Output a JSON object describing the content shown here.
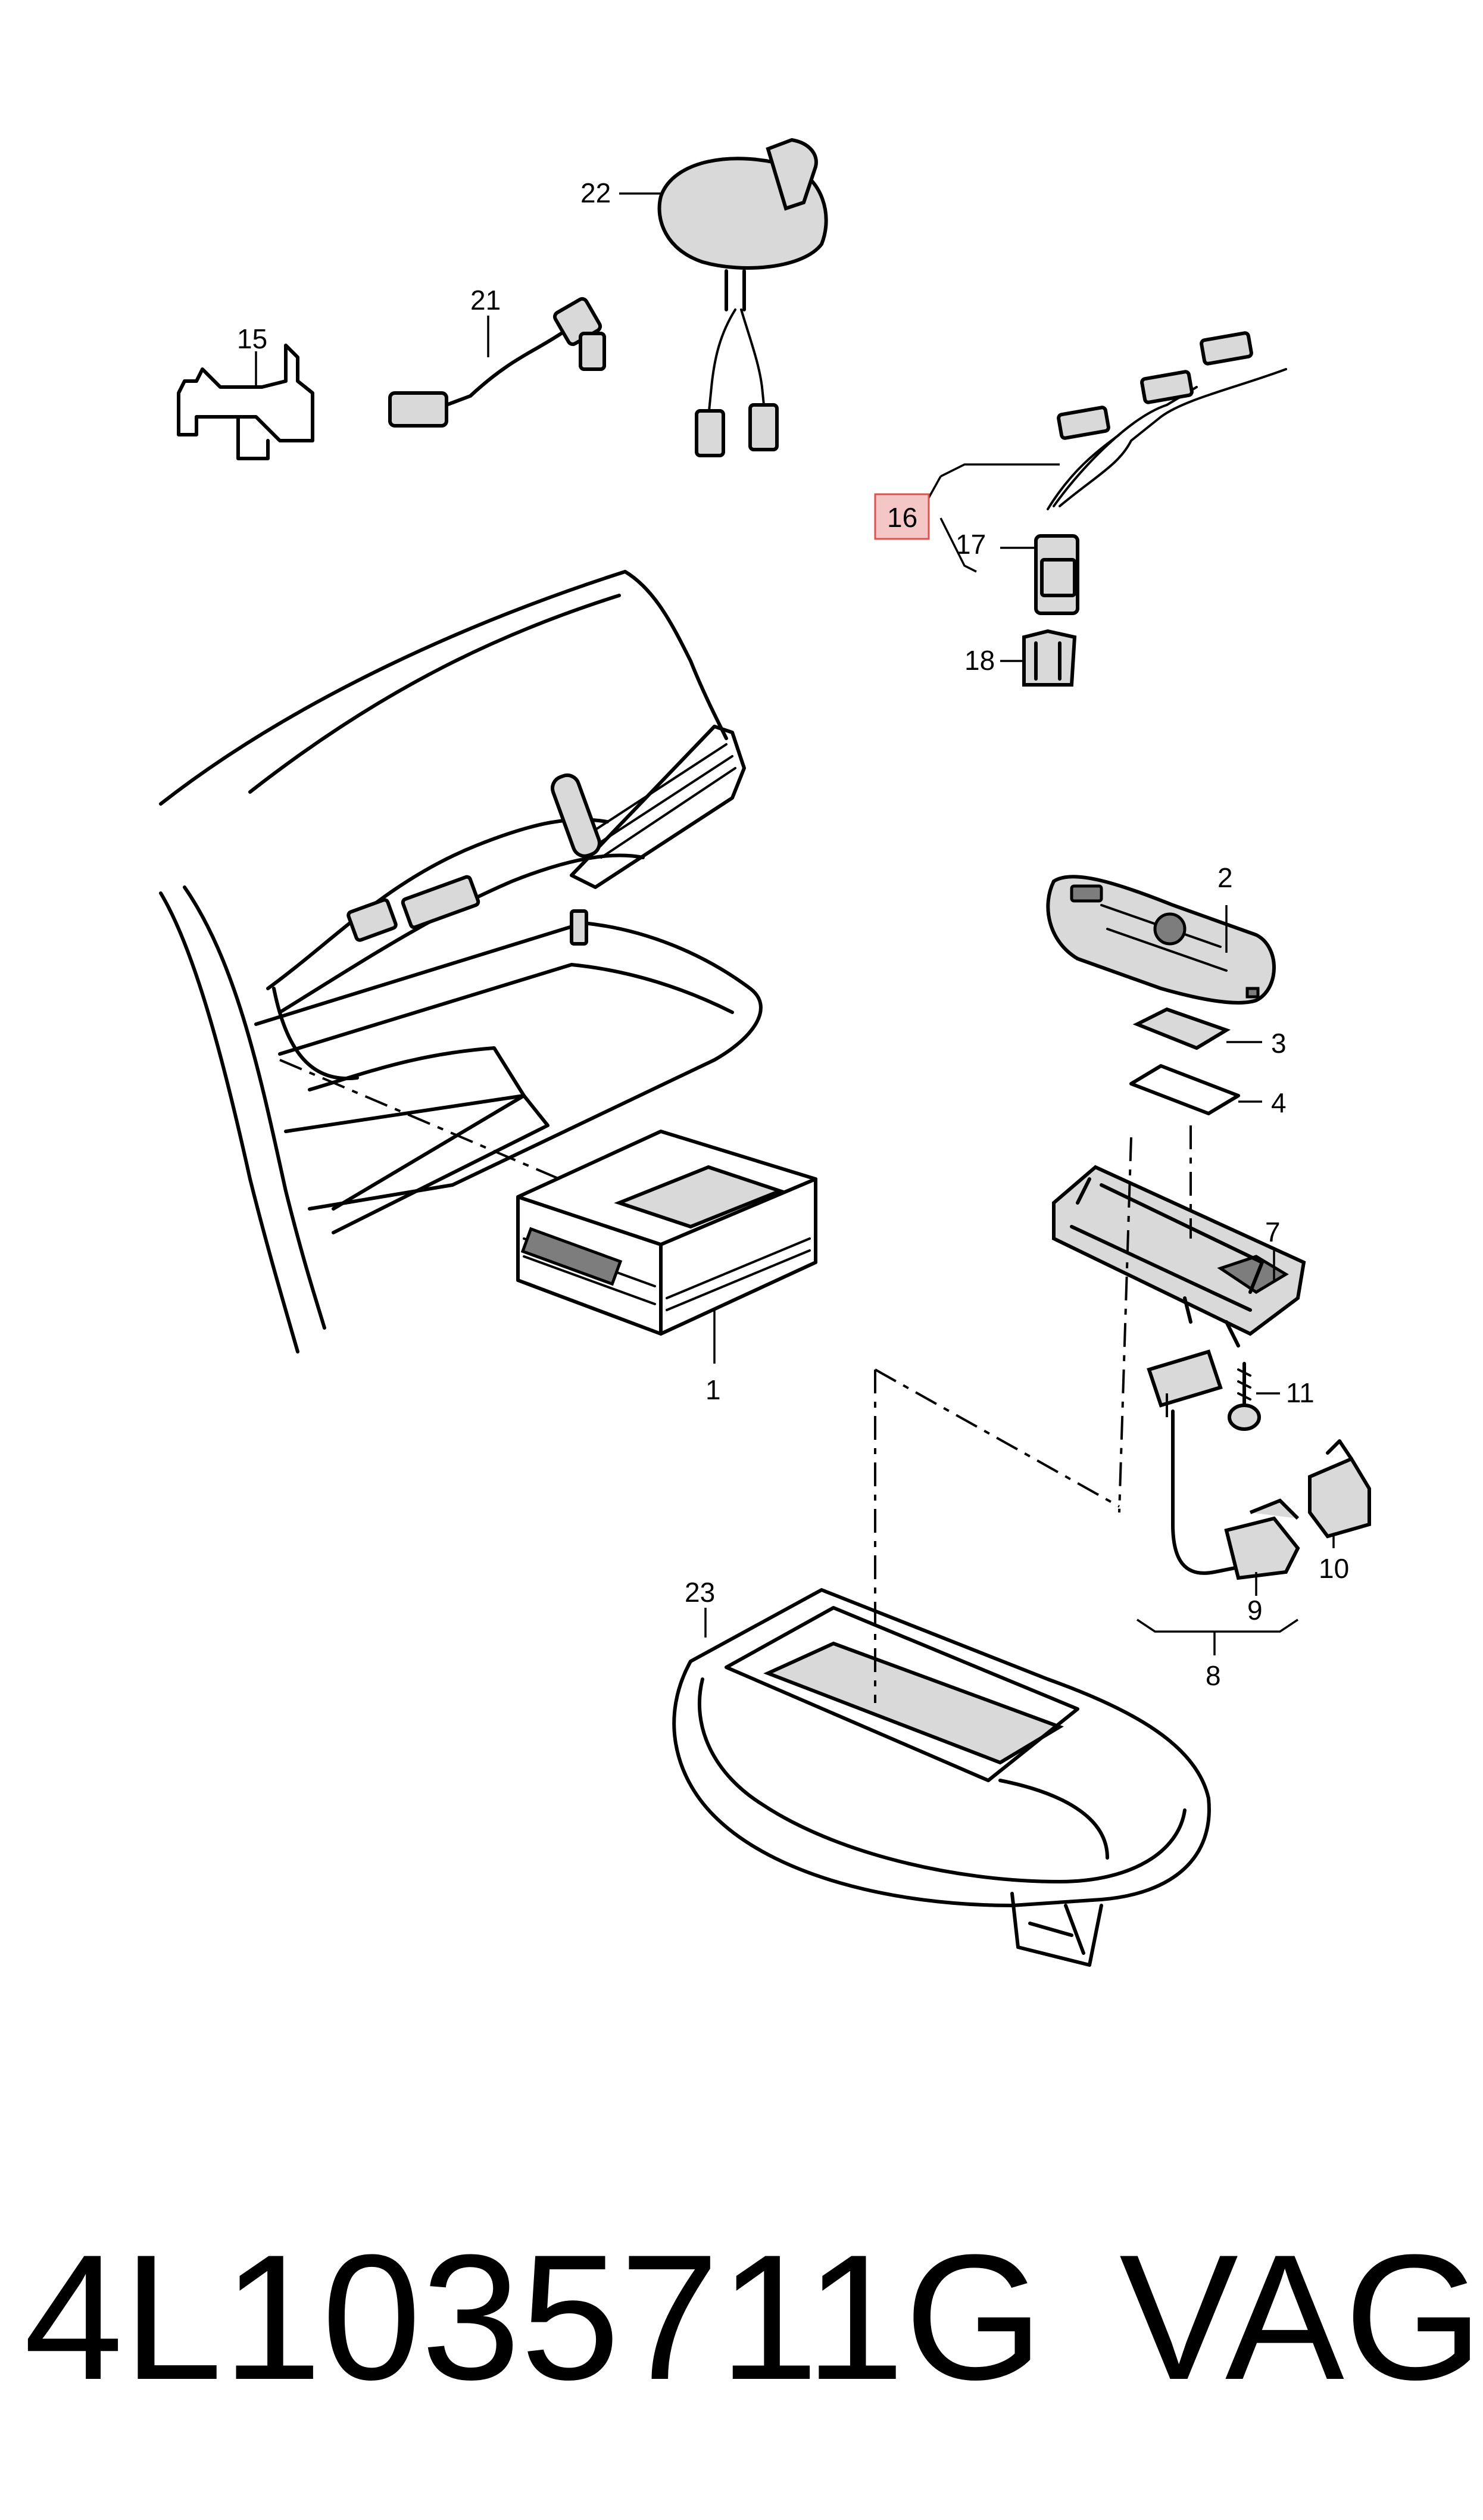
{
  "diagram": {
    "callouts": {
      "c1": "1",
      "c2": "2",
      "c3": "3",
      "c4": "4",
      "c7": "7",
      "c8": "8",
      "c9": "9",
      "c10": "10",
      "c11": "11",
      "c15": "15",
      "c16": "16",
      "c17": "17",
      "c18": "18",
      "c21": "21",
      "c22": "22",
      "c23": "23"
    },
    "highlighted_callout": "16",
    "highlight_color": "#f4c6c6",
    "highlight_border": "#d9534f"
  },
  "footer": {
    "part_number": "4L1035711G",
    "brand": "VAG"
  }
}
